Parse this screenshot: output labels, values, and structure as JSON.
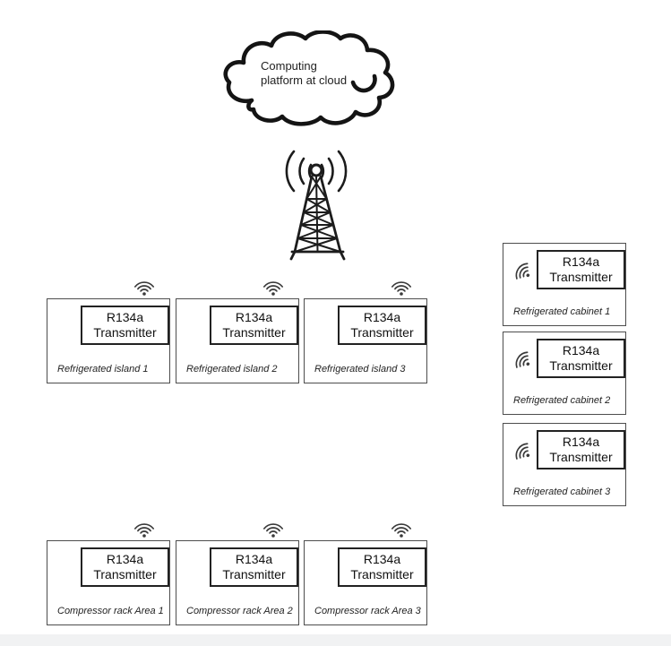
{
  "cloud": {
    "label": "Computing\nplatform at cloud"
  },
  "transmitter": {
    "label": "R134a\nTransmitter"
  },
  "units": [
    {
      "label": "Refrigerated island 1"
    },
    {
      "label": "Refrigerated island 2"
    },
    {
      "label": "Refrigerated island 3"
    },
    {
      "label": "Refrigerated cabinet 1"
    },
    {
      "label": "Refrigerated cabinet 2"
    },
    {
      "label": "Refrigerated cabinet 3"
    },
    {
      "label": "Compressor rack Area 1"
    },
    {
      "label": "Compressor rack Area 2"
    },
    {
      "label": "Compressor rack Area 3"
    }
  ],
  "icons": {
    "cloud": "cloud-shape",
    "antenna": "radio-tower-icon",
    "waves": "radio-waves-icon",
    "wifi": "wifi-signal-icon"
  },
  "colors": {
    "ink": "#1b1b1b",
    "outer_border": "#4d4d4d",
    "inner_border": "#222222",
    "background": "#ffffff",
    "footer_strip": "#f1f2f3"
  }
}
